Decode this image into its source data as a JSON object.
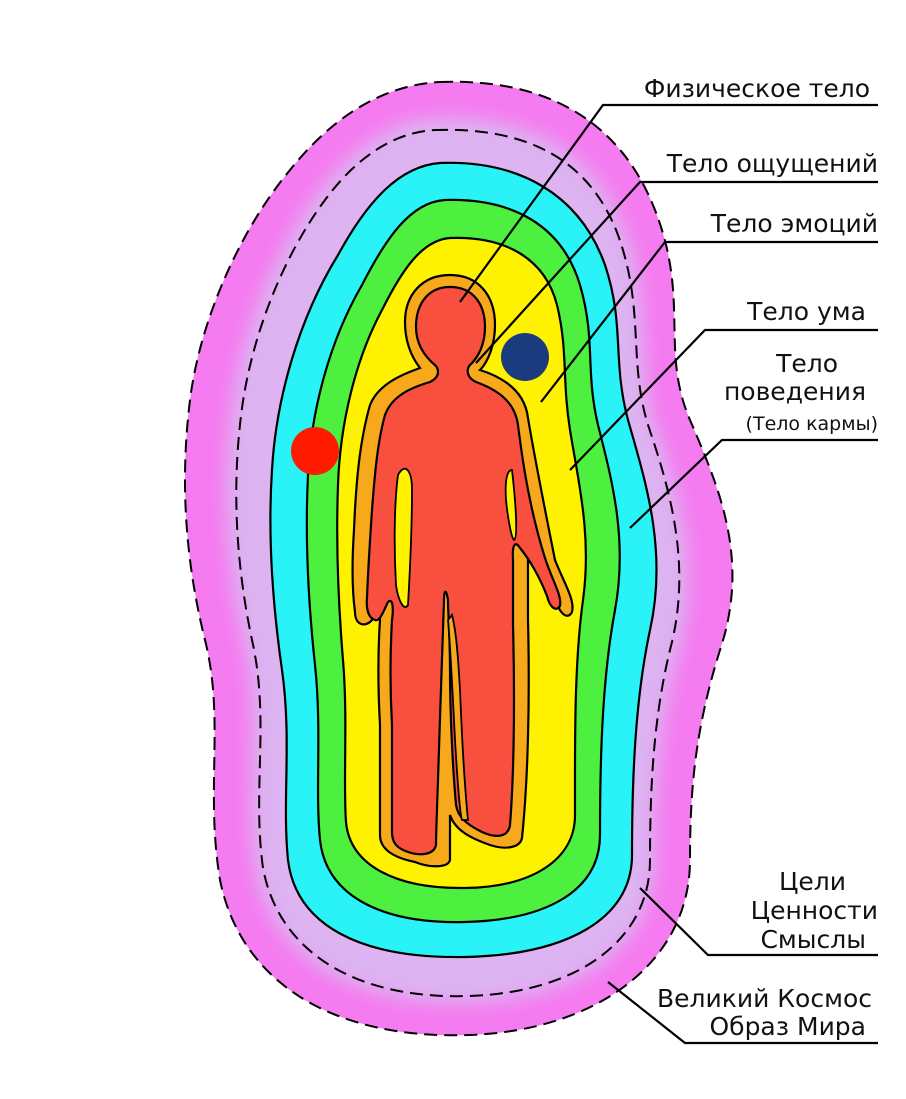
{
  "labels": {
    "physical_body": "Физическое тело",
    "sensation_body": "Тело ощущений",
    "emotion_body": "Тело эмоций",
    "mind_body": "Тело ума",
    "behavior_line1": "Тело",
    "behavior_line2": "поведения",
    "behavior_note": "(Тело кармы)",
    "goals": "Цели",
    "values": "Ценности",
    "meanings": "Смыслы",
    "cosmos": "Великий Космос",
    "world_image": "Образ Мира"
  },
  "colors": {
    "cosmos_layer": "#F57BF0",
    "goals_layer": "#DDB3F1",
    "behavior_layer": "#29F3F7",
    "mind_layer": "#4EF040",
    "emotion_layer": "#FFF200",
    "sensation_layer": "#F7A81B",
    "physical_body": "#F84F3F",
    "red_dot": "#FF1A00",
    "blue_dot": "#1A3C7F"
  }
}
